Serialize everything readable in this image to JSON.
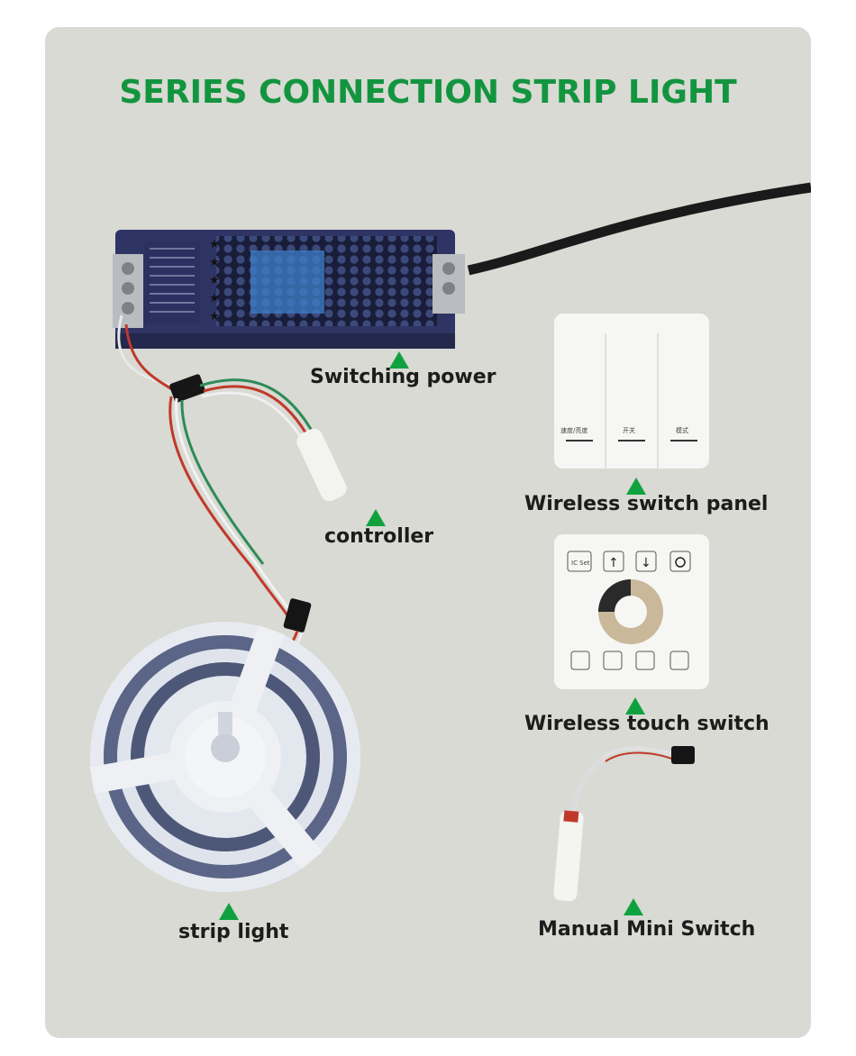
{
  "title": "SERIES CONNECTION STRIP LIGHT",
  "labels": {
    "switching_power": "Switching power",
    "controller": "controller",
    "strip_light": "strip light",
    "wireless_switch_panel": "Wireless switch panel",
    "wireless_touch_switch": "Wireless touch switch",
    "manual_mini_switch": "Manual Mini Switch"
  },
  "panel_buttons": [
    "速度/亮度",
    "开关",
    "模式"
  ],
  "touch_switch": {
    "ic_label": "IC Set"
  },
  "colors": {
    "title": "#13953f",
    "marker": "#10a13f",
    "background": "#d8dad3"
  }
}
